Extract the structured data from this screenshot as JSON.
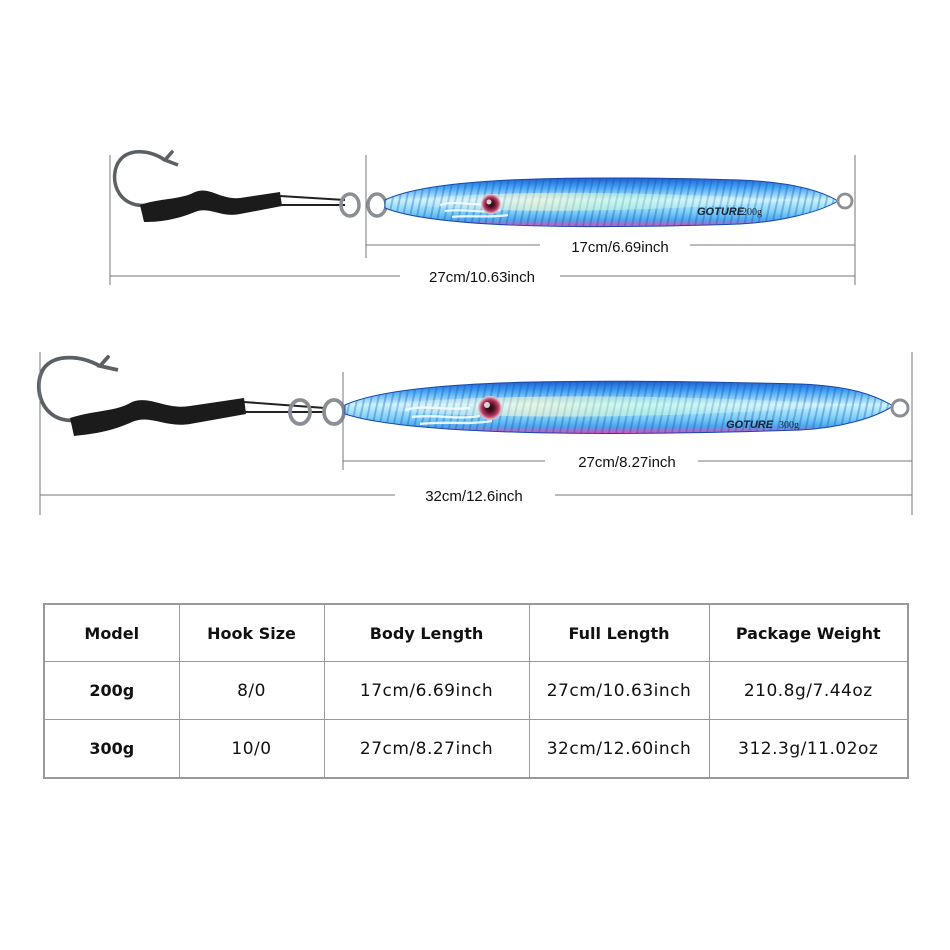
{
  "lures": [
    {
      "brand": "GOTURE",
      "weight_mark": "200g",
      "body_length_label": "17cm/6.69inch",
      "full_length_label": "27cm/10.63inch"
    },
    {
      "brand": "GOTURE",
      "weight_mark": "300g",
      "body_length_label": "27cm/8.27inch",
      "full_length_label": "32cm/12.6inch"
    }
  ],
  "table": {
    "headers": [
      "Model",
      "Hook Size",
      "Body Length",
      "Full Length",
      "Package Weight"
    ],
    "rows": [
      [
        "200g",
        "8/0",
        "17cm/6.69inch",
        "27cm/10.63inch",
        "210.8g/7.44oz"
      ],
      [
        "300g",
        "10/0",
        "27cm/8.27inch",
        "32cm/12.60inch",
        "312.3g/11.02oz"
      ]
    ]
  },
  "colors": {
    "lure_blue": "#2f86e6",
    "lure_light": "#9fe0ff",
    "lure_pink": "#e458b8",
    "hook_sleeve": "#1b1b1b",
    "dimension_line": "#777777",
    "table_border": "#999999"
  }
}
